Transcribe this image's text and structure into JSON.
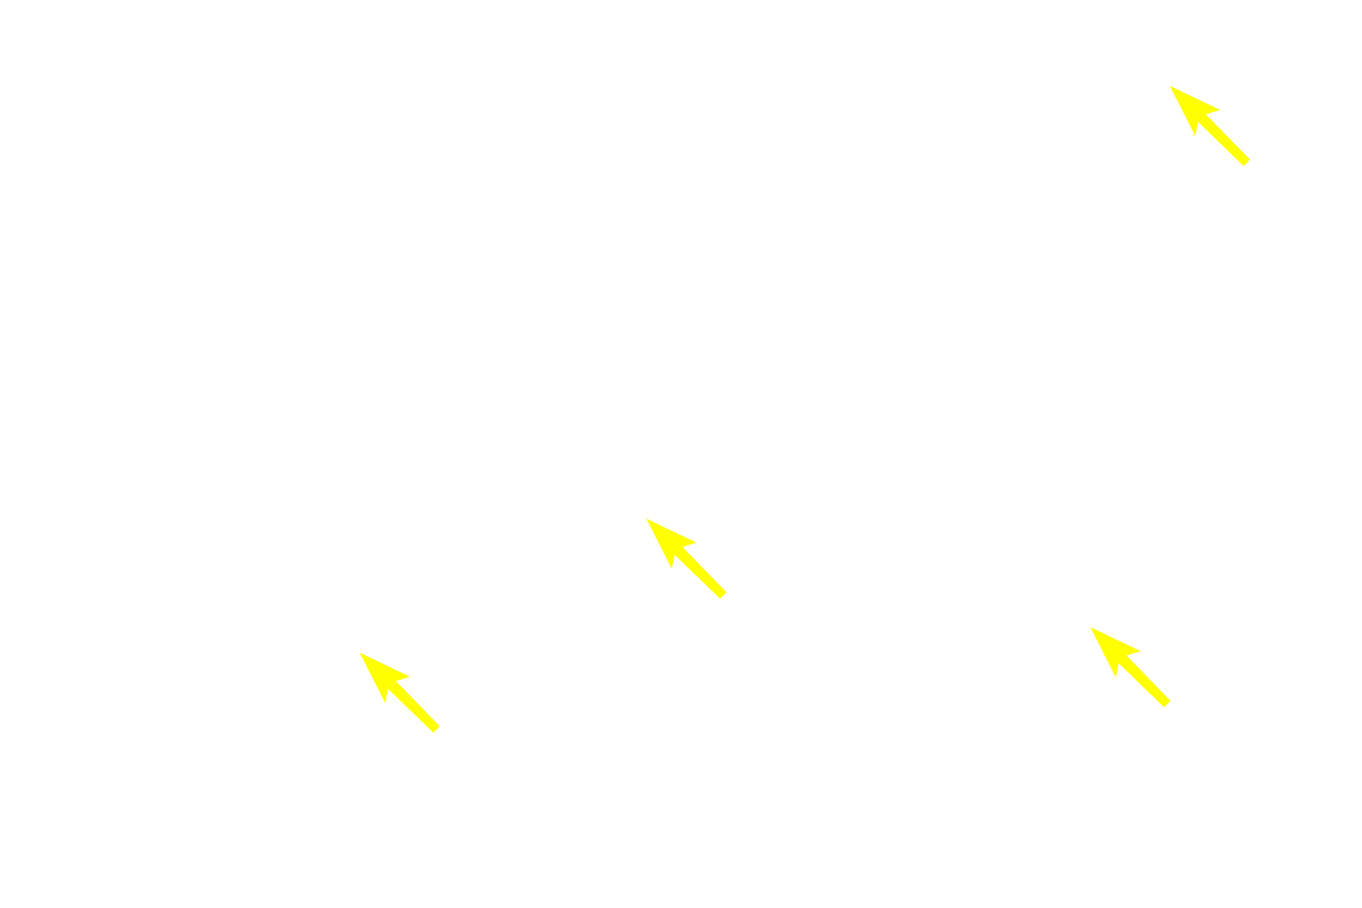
{
  "background_color": "#ffffff",
  "arrow_color": "#ffff00",
  "arrows": [
    {
      "icon": "arrow-up-left-icon",
      "direction": "up-left"
    },
    {
      "icon": "arrow-up-left-icon",
      "direction": "up-left"
    },
    {
      "icon": "arrow-up-left-icon",
      "direction": "up-left"
    },
    {
      "icon": "arrow-up-left-icon",
      "direction": "up-left"
    }
  ]
}
